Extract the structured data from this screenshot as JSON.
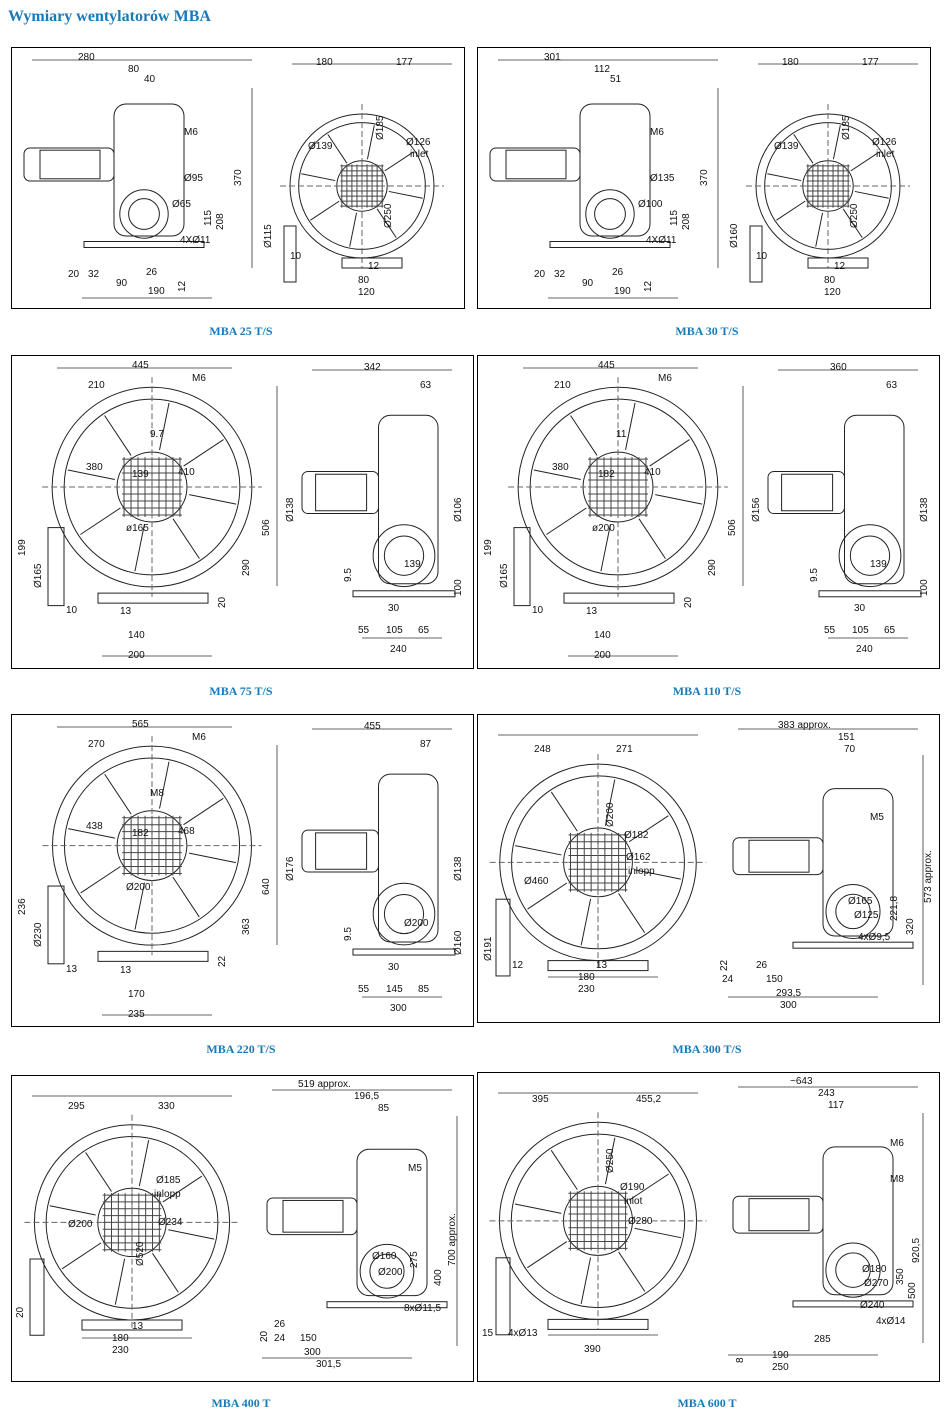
{
  "title": "Wymiary wentylatorów MBA",
  "accent_color": "#1a7ab8",
  "panels": [
    {
      "caption": "MBA 25 T/S",
      "dims": [
        "280",
        "80",
        "40",
        "M6",
        "370",
        "Ø95",
        "Ø65",
        "115",
        "208",
        "4XØ11",
        "20",
        "32",
        "26",
        "12",
        "90",
        "190",
        "180",
        "177",
        "Ø185",
        "Ø139",
        "Ø126",
        "inlet",
        "Ø250",
        "Ø115",
        "10",
        "12",
        "80",
        "120"
      ]
    },
    {
      "caption": "MBA 30 T/S",
      "dims": [
        "301",
        "112",
        "51",
        "M6",
        "370",
        "Ø135",
        "Ø100",
        "115",
        "208",
        "4XØ11",
        "20",
        "32",
        "26",
        "12",
        "90",
        "190",
        "180",
        "177",
        "Ø185",
        "Ø139",
        "Ø126",
        "inlet",
        "Ø250",
        "Ø160",
        "10",
        "12",
        "80",
        "120"
      ]
    },
    {
      "caption": "MBA 75 T/S",
      "dims": [
        "445",
        "210",
        "M6",
        "9.7",
        "380",
        "139",
        "410",
        "ø165",
        "506",
        "199",
        "Ø165",
        "290",
        "20",
        "10",
        "13",
        "140",
        "200",
        "342",
        "63",
        "Ø138",
        "Ø106",
        "9.5",
        "139",
        "100",
        "30",
        "55",
        "105",
        "65",
        "240"
      ]
    },
    {
      "caption": "MBA 110 T/S",
      "dims": [
        "445",
        "210",
        "M6",
        "11",
        "380",
        "182",
        "410",
        "ø200",
        "506",
        "199",
        "Ø165",
        "290",
        "20",
        "10",
        "13",
        "140",
        "200",
        "360",
        "63",
        "Ø156",
        "Ø138",
        "9.5",
        "139",
        "100",
        "30",
        "55",
        "105",
        "65",
        "240"
      ]
    },
    {
      "caption": "MBA 220 T/S",
      "dims": [
        "565",
        "270",
        "M6",
        "M8",
        "438",
        "182",
        "468",
        "Ø200",
        "640",
        "236",
        "Ø230",
        "363",
        "22",
        "13",
        "13",
        "170",
        "235",
        "455",
        "87",
        "Ø176",
        "Ø138",
        "9.5",
        "Ø200",
        "Ø160",
        "30",
        "55",
        "145",
        "85",
        "300"
      ]
    },
    {
      "caption": "MBA 300 T/S",
      "dims": [
        "248",
        "271",
        "383 approx.",
        "151",
        "70",
        "M5",
        "Ø200",
        "Ø182",
        "Ø162",
        "inlopp",
        "Ø460",
        "573 approx.",
        "221,8",
        "320",
        "Ø165",
        "Ø125",
        "4xØ9,5",
        "Ø191",
        "12",
        "13",
        "180",
        "230",
        "22",
        "24",
        "26",
        "150",
        "293,5",
        "300"
      ]
    },
    {
      "caption": "MBA 400 T",
      "dims": [
        "519 approx.",
        "196,5",
        "85",
        "295",
        "330",
        "M5",
        "Ø185",
        "inlopp",
        "Ø234",
        "Ø200",
        "Ø520",
        "700 approx.",
        "275",
        "400",
        "Ø160",
        "Ø200",
        "20",
        "8xØ11,5",
        "13",
        "180",
        "230",
        "20",
        "26",
        "24",
        "150",
        "300",
        "301,5"
      ]
    },
    {
      "caption": "MBA 600 T",
      "dims": [
        "~643",
        "243",
        "117",
        "395",
        "455,2",
        "M6",
        "M8",
        "Ø250",
        "Ø190",
        "inlot",
        "Ø280",
        "920,5",
        "350",
        "500",
        "Ø180",
        "Ø270",
        "Ø240",
        "4xØ14",
        "15",
        "4xØ13",
        "390",
        "8",
        "285",
        "190",
        "250"
      ]
    }
  ]
}
